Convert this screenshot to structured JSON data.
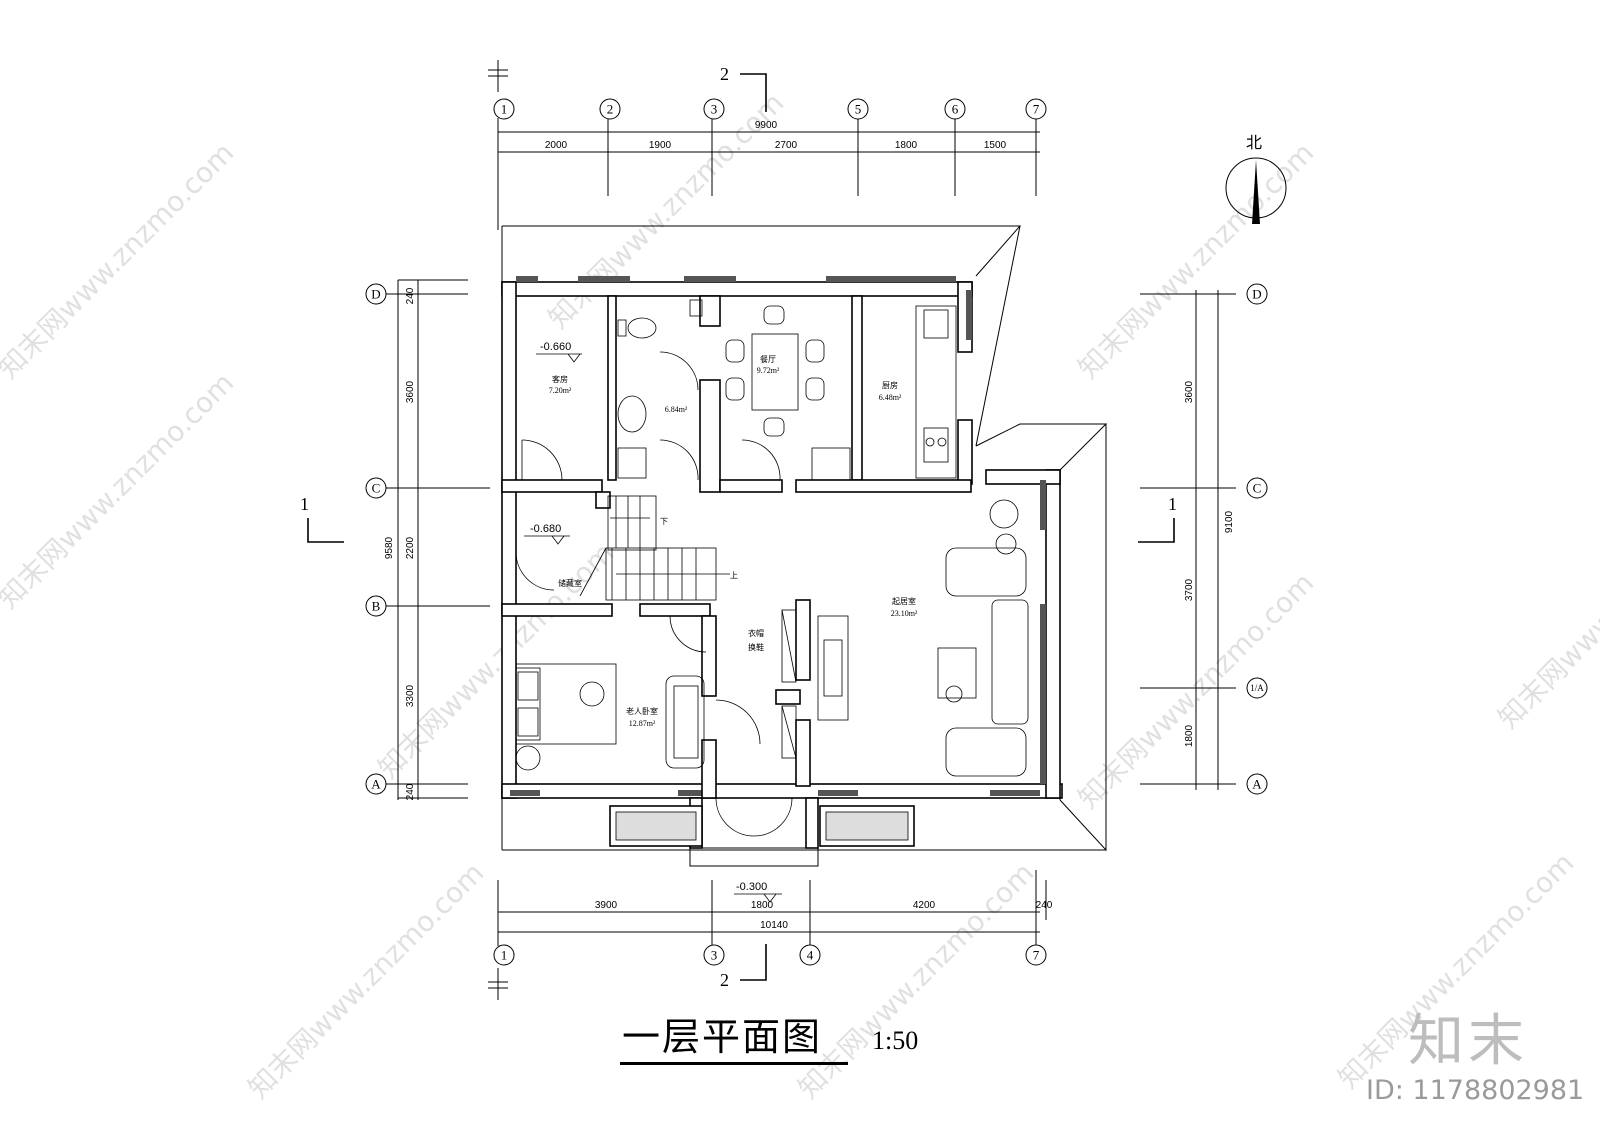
{
  "drawing": {
    "title": "一层平面图",
    "scale": "1:50",
    "north": "北",
    "logo": "知末",
    "id_text": "ID: 1178802981",
    "watermark": "知末网www.znzmo.com"
  },
  "axes": {
    "top": [
      "1",
      "2",
      "3",
      "5",
      "6",
      "7"
    ],
    "bottom": [
      "1",
      "3",
      "4",
      "7"
    ],
    "left": [
      "D",
      "C",
      "B",
      "A"
    ],
    "right": [
      "D",
      "C",
      "1/A",
      "A"
    ]
  },
  "dimensions": {
    "top_total": "9900",
    "top_segments": [
      "2000",
      "1900",
      "2700",
      "1800",
      "1500"
    ],
    "bottom_segments": [
      "3900",
      "1800",
      "4200",
      "240"
    ],
    "bottom_total": "10140",
    "left_outer": [
      "240",
      "3600",
      "2200",
      "3300",
      "240"
    ],
    "left_total": "9580",
    "right_segments": [
      "3600",
      "3700",
      "1800"
    ],
    "right_total": "9100"
  },
  "section_marks": {
    "top": "2",
    "bottom": "2",
    "left": "1",
    "right": "1"
  },
  "levels": {
    "bedroom_top": "-0.660",
    "storage": "-0.680",
    "entrance": "-0.300"
  },
  "rooms": {
    "guest_bedroom": {
      "name": "客房",
      "area": "7.20m²"
    },
    "bathroom": {
      "name": "",
      "area": "6.84m²"
    },
    "dining": {
      "name": "餐厅",
      "area": "9.72m²"
    },
    "kitchen": {
      "name": "厨房",
      "area": "6.48m²"
    },
    "storage": {
      "name": "储藏室"
    },
    "living": {
      "name": "起居室",
      "area": "23.10m²"
    },
    "elder_bedroom": {
      "name": "老人卧室",
      "area": "12.87m²"
    },
    "cloak": {
      "name": "衣帽",
      "name2": "换鞋"
    }
  },
  "stairs": {
    "down": "下",
    "up": "上"
  }
}
